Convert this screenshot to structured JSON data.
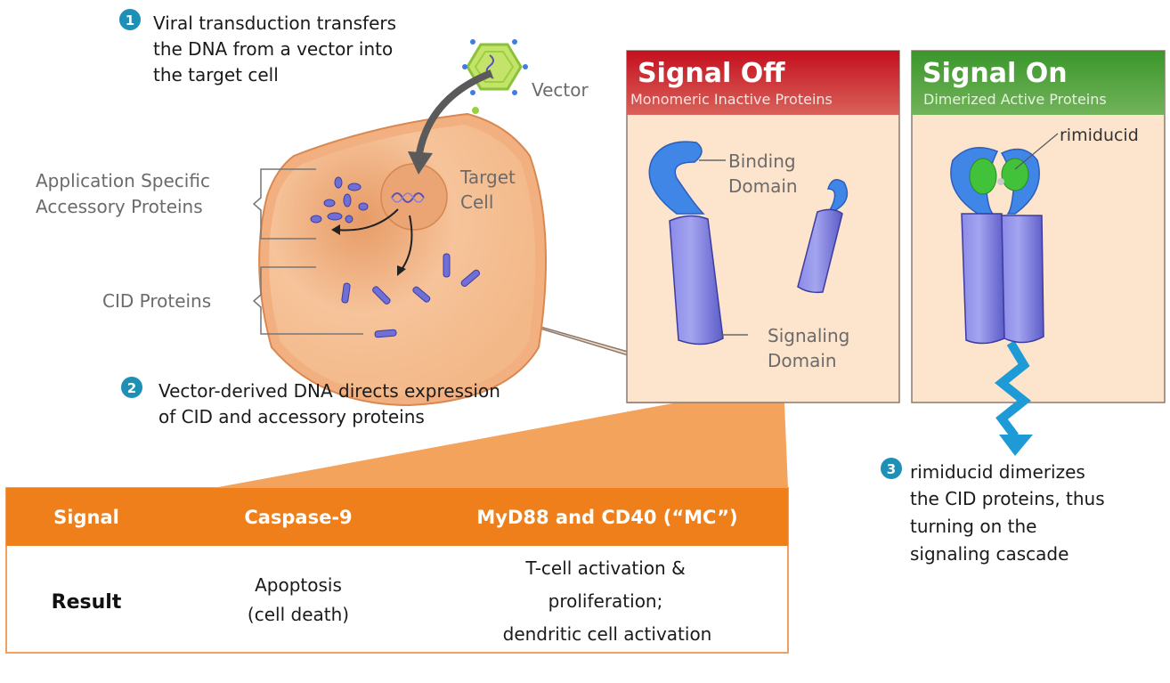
{
  "step1": {
    "number": "1",
    "lines": [
      "Viral transduction transfers",
      "the DNA from a vector into",
      "the target cell"
    ]
  },
  "step2": {
    "number": "2",
    "lines": [
      "Vector-derived DNA directs expression",
      "of CID and accessory proteins"
    ]
  },
  "step3": {
    "number": "3",
    "lines": [
      "rimiducid dimerizes",
      "the CID proteins, thus",
      "turning on the",
      "signaling cascade"
    ]
  },
  "labels": {
    "vector": "Vector",
    "target_cell": [
      "Target",
      "Cell"
    ],
    "accessory": [
      "Application Specific",
      "Accessory Proteins"
    ],
    "cid": "CID Proteins"
  },
  "signal_off": {
    "title": "Signal Off",
    "subtitle": "Monomeric Inactive Proteins",
    "binding": [
      "Binding",
      "Domain"
    ],
    "signaling": [
      "Signaling",
      "Domain"
    ]
  },
  "signal_on": {
    "title": "Signal On",
    "subtitle": "Dimerized Active Proteins",
    "rimiducid": "rimiducid"
  },
  "table": {
    "headers": [
      "Signal",
      "Caspase-9",
      "MyD88 and CD40 (“MC”)"
    ],
    "row_label": "Result",
    "caspase": [
      "Apoptosis",
      "(cell death)"
    ],
    "mc": [
      "T-cell activation &",
      "proliferation;",
      "dendritic cell activation"
    ]
  },
  "colors": {
    "step_badge": "#1e8fb5",
    "signal_off_header": "#c8102e",
    "signal_on_header": "#3f9a2f",
    "table_header": "#ee7f1a",
    "protein": "#6f6fd6",
    "binding_domain": "#3f86e6",
    "cell": "#f4b98c"
  }
}
